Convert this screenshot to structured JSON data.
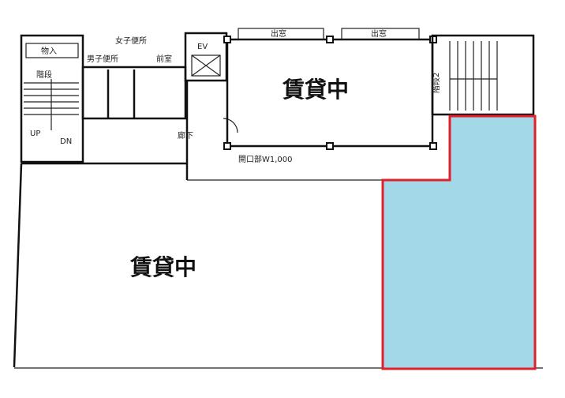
{
  "floor_plan": {
    "rooms": {
      "upper_rental": "賃貸中",
      "lower_rental": "賃貸中"
    },
    "labels": {
      "bay_window_left": "出窓",
      "bay_window_right": "出窓",
      "womens_toilet": "女子便所",
      "mens_toilet": "男子便所",
      "anteroom": "前室",
      "elevator": "EV",
      "storage": "物入",
      "stairs_left": "階段",
      "stairs_right": "階段2",
      "up": "UP",
      "down": "DN",
      "corridor": "廊下",
      "opening": "開口部W1,000"
    },
    "highlight": {
      "fill": "#a3d8e8",
      "border": "#e0202a"
    }
  }
}
